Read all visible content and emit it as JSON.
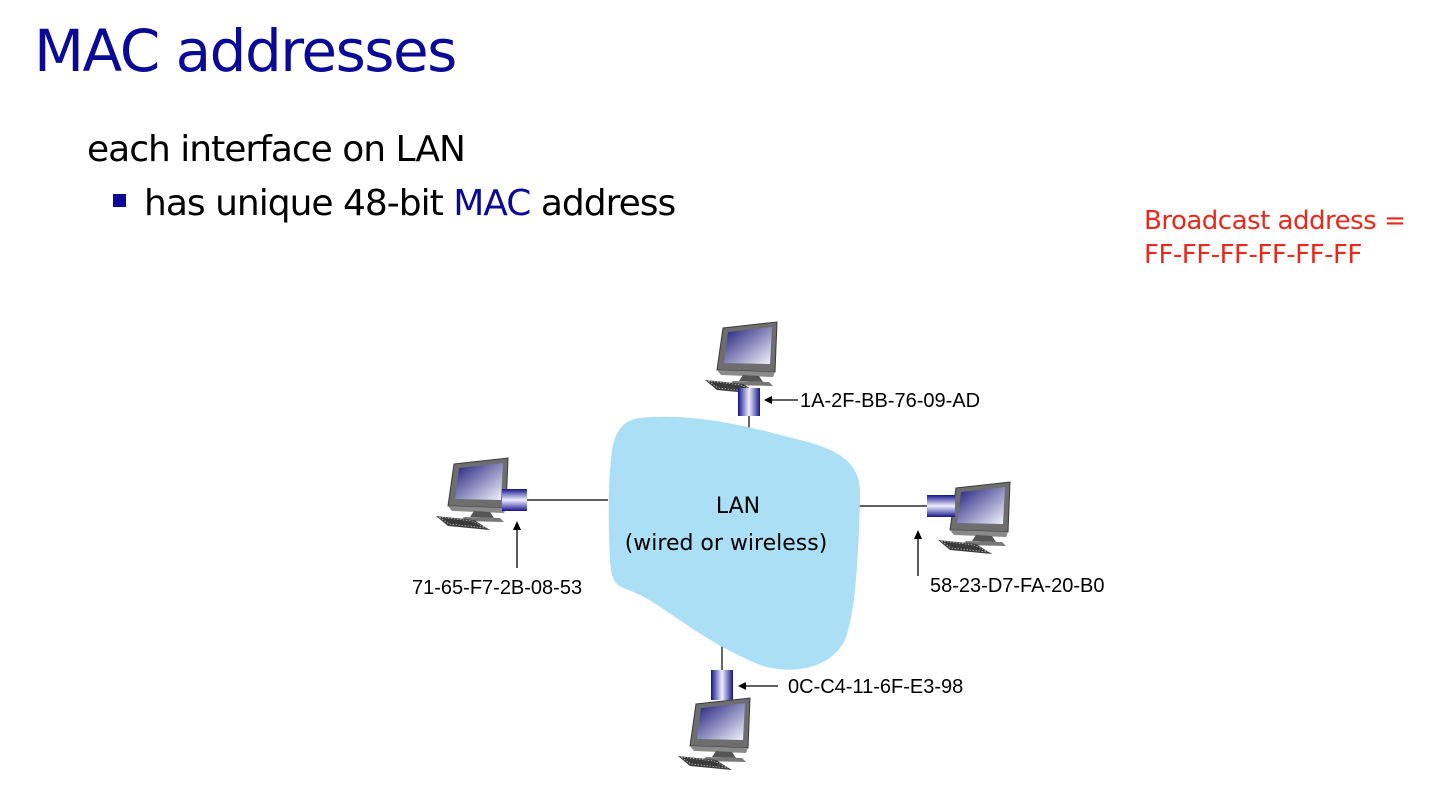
{
  "slide": {
    "title": "MAC addresses",
    "line1": "each interface on LAN",
    "line2_pre": "has unique 48-bit ",
    "line2_hl": "MAC",
    "line2_post": " address",
    "broadcast": {
      "line1": "Broadcast address =",
      "line2": "FF-FF-FF-FF-FF-FF",
      "color": "#e8291c"
    }
  },
  "diagram": {
    "lan": {
      "label": "LAN",
      "sublabel": "(wired or wireless)",
      "color": "#aadff5"
    },
    "hosts": [
      {
        "id": "top",
        "mac": "1A-2F-BB-76-09-AD"
      },
      {
        "id": "left",
        "mac": "71-65-F7-2B-08-53"
      },
      {
        "id": "right",
        "mac": "58-23-D7-FA-20-B0"
      },
      {
        "id": "bottom",
        "mac": "0C-C4-11-6F-E3-98"
      }
    ],
    "colors": {
      "adapter": "#1a1a9a",
      "title": "#0a0a96"
    }
  }
}
